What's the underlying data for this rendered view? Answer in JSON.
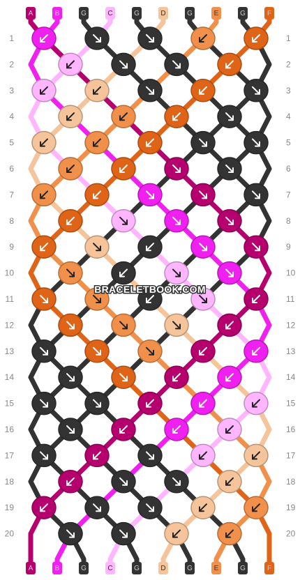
{
  "watermark": "BRACELETBOOK.COM",
  "strand_labels": [
    "A",
    "B",
    "G",
    "C",
    "G",
    "D",
    "G",
    "E",
    "G",
    "F"
  ],
  "row_numbers": [
    "1",
    "2",
    "3",
    "4",
    "5",
    "6",
    "7",
    "8",
    "9",
    "10",
    "11",
    "12",
    "13",
    "14",
    "15",
    "16",
    "17",
    "18",
    "19",
    "20"
  ],
  "colors": {
    "A": "#b5006e",
    "B": "#f020f0",
    "C": "#ffb6ff",
    "D": "#f5c49a",
    "E": "#f0904a",
    "F": "#e06418",
    "G": "#333333"
  },
  "knot_colors": [
    [
      "B",
      "G",
      "G",
      "E",
      "F"
    ],
    [
      "C",
      "G",
      "G",
      "F"
    ],
    [
      "C",
      "D",
      "G",
      "F",
      "G"
    ],
    [
      "D",
      "E",
      "F",
      "G"
    ],
    [
      "D",
      "E",
      "F",
      "G",
      "G"
    ],
    [
      "E",
      "F",
      "A",
      "G"
    ],
    [
      "E",
      "F",
      "B",
      "A",
      "G"
    ],
    [
      "F",
      "C",
      "B",
      "A"
    ],
    [
      "F",
      "D",
      "G",
      "B",
      "A"
    ],
    [
      "E",
      "G",
      "C",
      "B"
    ],
    [
      "F",
      "E",
      "G",
      "C",
      "A"
    ],
    [
      "F",
      "E",
      "D",
      "A"
    ],
    [
      "G",
      "F",
      "E",
      "A",
      "B"
    ],
    [
      "G",
      "F",
      "A",
      "B"
    ],
    [
      "G",
      "G",
      "A",
      "B",
      "C"
    ],
    [
      "G",
      "A",
      "B",
      "C"
    ],
    [
      "G",
      "A",
      "G",
      "C",
      "D"
    ],
    [
      "A",
      "G",
      "G",
      "D"
    ],
    [
      "A",
      "G",
      "G",
      "D",
      "E"
    ],
    [
      "G",
      "G",
      "D",
      "E"
    ]
  ],
  "knot_arrows": [
    [
      "↙",
      "↘",
      "↘",
      "↙",
      "↙"
    ],
    [
      "↙",
      "↘",
      "↘",
      "↙"
    ],
    [
      "↙",
      "↙",
      "↘",
      "↙",
      "↘"
    ],
    [
      "↙",
      "↙",
      "↙",
      "↘"
    ],
    [
      "↙",
      "↙",
      "↙",
      "↘",
      "↘"
    ],
    [
      "↙",
      "↙",
      "↘",
      "↘"
    ],
    [
      "↙",
      "↙",
      "↘",
      "↘",
      "↘"
    ],
    [
      "↙",
      "↘",
      "↘",
      "↘"
    ],
    [
      "↙",
      "↘",
      "↙",
      "↘",
      "↘"
    ],
    [
      "↘",
      "↙",
      "↘",
      "↘"
    ],
    [
      "↘",
      "↘",
      "↙",
      "↘",
      "↙"
    ],
    [
      "↘",
      "↘",
      "↘",
      "↙"
    ],
    [
      "↘",
      "↘",
      "↘",
      "↙",
      "↙"
    ],
    [
      "↘",
      "↘",
      "↙",
      "↙"
    ],
    [
      "↘",
      "↘",
      "↙",
      "↙",
      "↙"
    ],
    [
      "↘",
      "↙",
      "↙",
      "↙"
    ],
    [
      "↘",
      "↙",
      "↘",
      "↙",
      "↙"
    ],
    [
      "↙",
      "↘",
      "↘",
      "↙"
    ],
    [
      "↙",
      "↘",
      "↘",
      "↙",
      "↙"
    ],
    [
      "↘",
      "↘",
      "↙",
      "↙"
    ]
  ]
}
